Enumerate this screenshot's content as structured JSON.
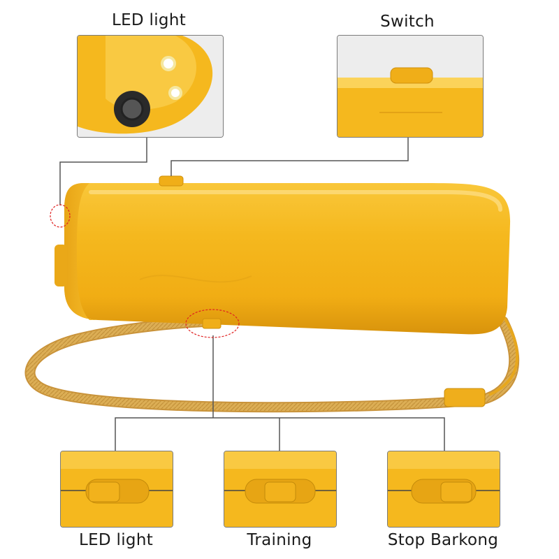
{
  "callouts": {
    "top_left": "LED light",
    "top_right": "Switch",
    "bottom_left": "LED light",
    "bottom_center": "Training",
    "bottom_right": "Stop Barkong"
  },
  "colors": {
    "body_yellow": "#f5b81e",
    "body_highlight": "#fbd35a",
    "body_shadow": "#d8930c",
    "strap": "#d9a74a",
    "leader_line": "#555555",
    "marker": "#e02020",
    "frame_border": "#7a7a7a"
  },
  "icons": {
    "led": "led-light-icon",
    "speaker": "speaker-grille-icon",
    "switch": "slide-switch-icon"
  }
}
